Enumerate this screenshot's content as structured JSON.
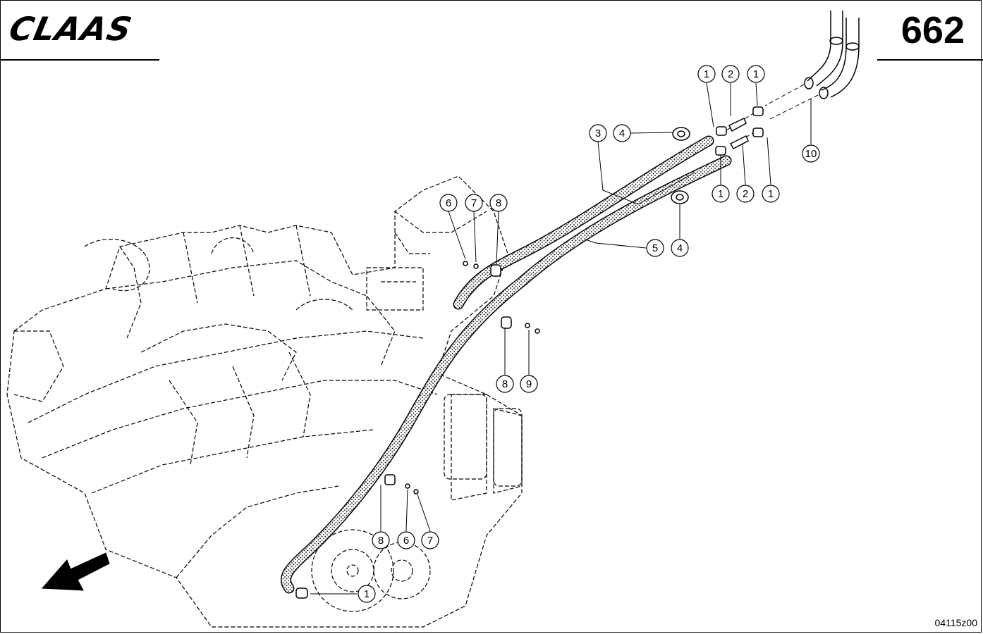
{
  "header": {
    "logo_text": "CLAAS",
    "page_number": "662"
  },
  "footer": {
    "drawing_id": "04115z00"
  },
  "callouts": [
    {
      "id": "c1a",
      "label": "1"
    },
    {
      "id": "c2a",
      "label": "2"
    },
    {
      "id": "c1b",
      "label": "1"
    },
    {
      "id": "c3",
      "label": "3"
    },
    {
      "id": "c4a",
      "label": "4"
    },
    {
      "id": "c6a",
      "label": "6"
    },
    {
      "id": "c7a",
      "label": "7"
    },
    {
      "id": "c8a",
      "label": "8"
    },
    {
      "id": "c10",
      "label": "10"
    },
    {
      "id": "c1c",
      "label": "1"
    },
    {
      "id": "c2b",
      "label": "2"
    },
    {
      "id": "c1d",
      "label": "1"
    },
    {
      "id": "c5",
      "label": "5"
    },
    {
      "id": "c4b",
      "label": "4"
    },
    {
      "id": "c8b",
      "label": "8"
    },
    {
      "id": "c9",
      "label": "9"
    },
    {
      "id": "c8c",
      "label": "8"
    },
    {
      "id": "c6b",
      "label": "6"
    },
    {
      "id": "c7b",
      "label": "7"
    },
    {
      "id": "c1e",
      "label": "1"
    }
  ],
  "colors": {
    "line": "#000000",
    "background": "#ffffff"
  }
}
